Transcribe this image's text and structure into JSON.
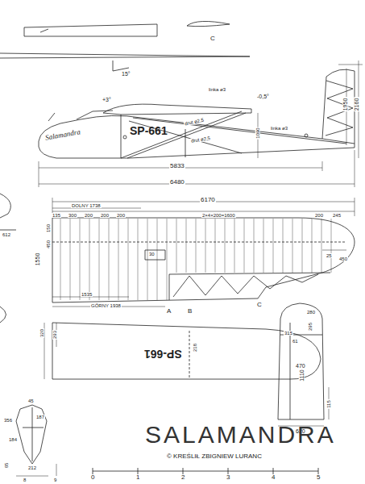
{
  "diagram": {
    "title": "SALAMANDRA",
    "labels": [
      "C",
      "15°",
      "+3°",
      "-0,5°",
      "linka ø3",
      "drut ø2,5",
      "linka ø3",
      "drut ø2,5",
      "SP-661",
      "Salamandra",
      "1090",
      "1950",
      "2160",
      "5833",
      "6480",
      "612",
      "6170",
      "DOLNY 1738",
      "135",
      "300",
      "200",
      "200",
      "200",
      "2×4×200=1600",
      "200",
      "245",
      "1550",
      "150",
      "450",
      "30",
      "1535",
      "GÓRNY 1938",
      "25",
      "450",
      "A",
      "B",
      "C",
      "320",
      "293",
      "SP-661",
      "218",
      "470",
      "280",
      "295",
      "315",
      "61",
      "1110",
      "115",
      "620",
      "45",
      "356",
      "187",
      "184",
      "65",
      "212",
      "8",
      "9",
      "© KREŚLIŁ ZBIGNIEW LURANC",
      "0",
      "1",
      "2",
      "3",
      "4",
      "5"
    ]
  }
}
